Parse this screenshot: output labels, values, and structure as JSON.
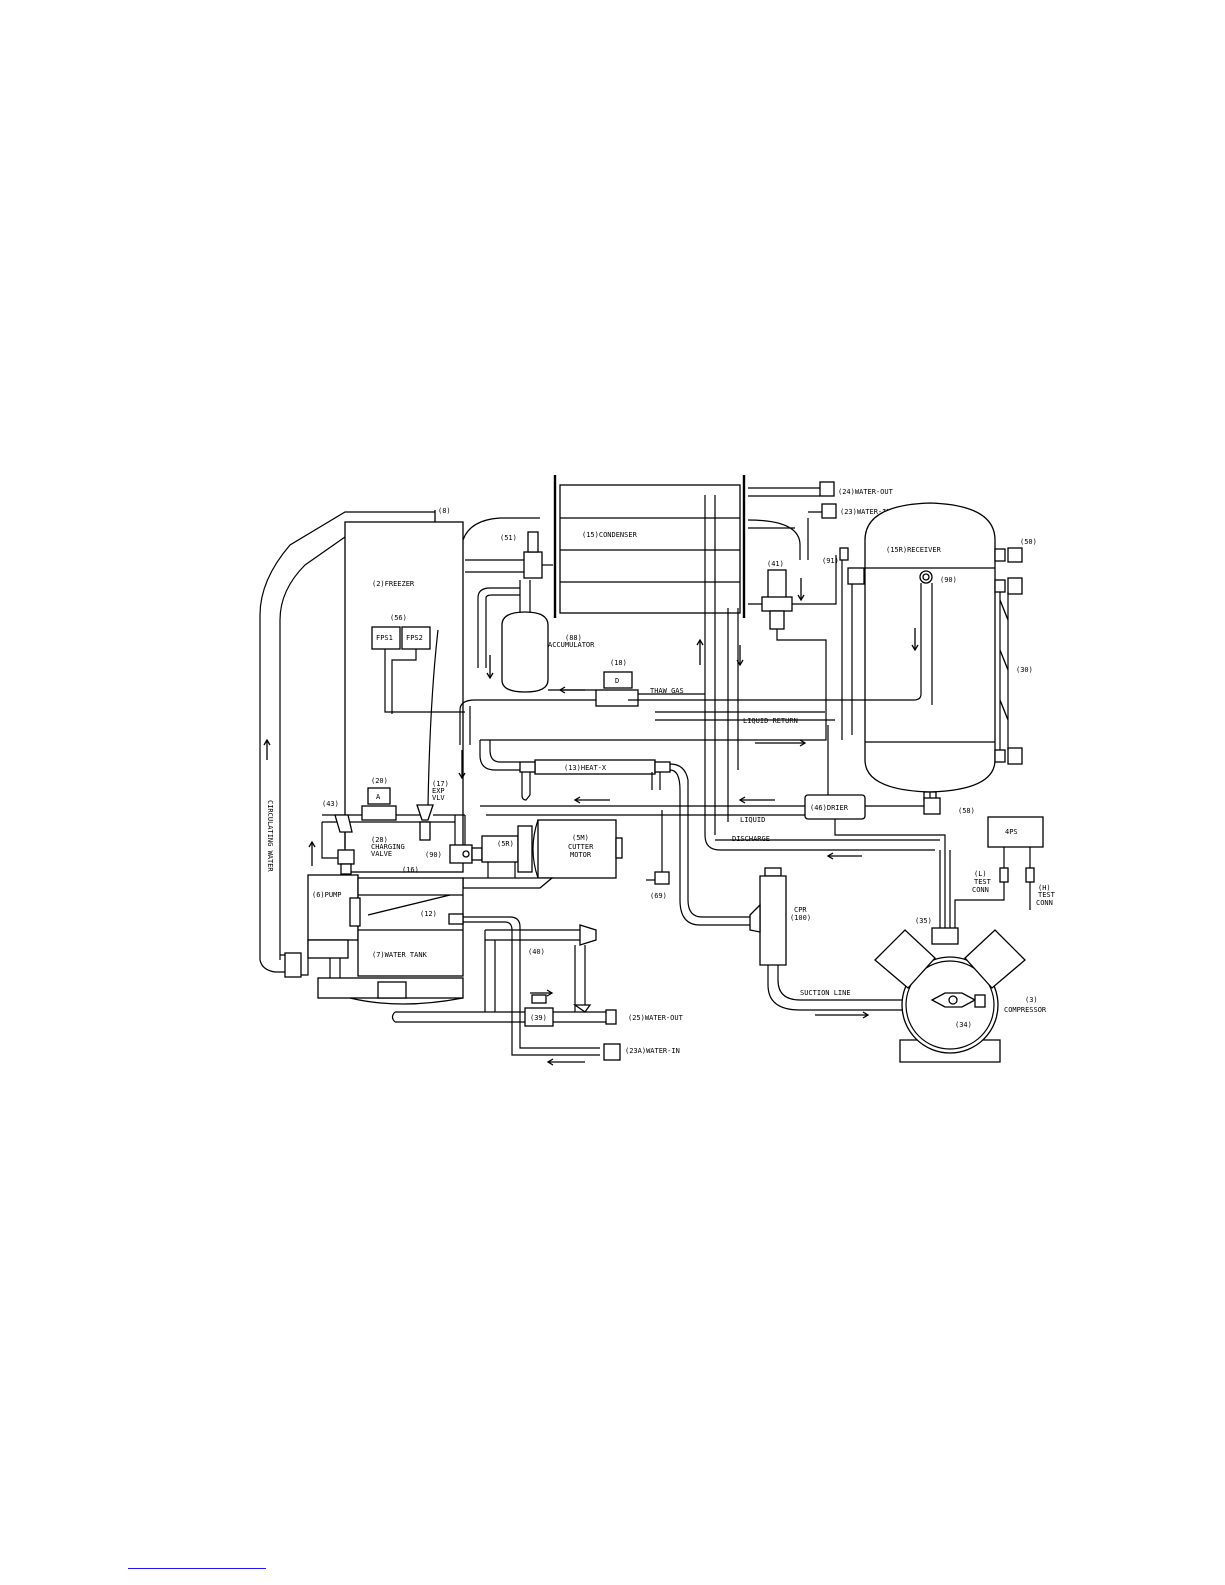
{
  "labels": {
    "freezer_num": "(8)",
    "freezer": "(2)FREEZER",
    "fps_num": "(56)",
    "fps1": "FPS1",
    "fps2": "FPS2",
    "circulating_water": "CIRCULATING WATER",
    "valve51": "(51)",
    "condenser": "(15)CONDENSER",
    "accumulator_num": "(88)",
    "accumulator": "ACCUMULATOR",
    "thaw_gas": "THAW GAS",
    "v18": "(18)",
    "v18_letter": "D",
    "water_out_top": "(24)WATER-OUT",
    "water_in_top": "(23)WATER-IN",
    "v41": "(41)",
    "v91": "(91)",
    "receiver": "(15R)RECEIVER",
    "v90_recv": "(90)",
    "v50": "(50)",
    "v30": "(30)",
    "liquid_return": "LIQUID RETURN",
    "heatx": "(13)HEAT-X",
    "v20": "(20)",
    "v20_letter": "A",
    "v17": "(17)",
    "exp": "EXP",
    "vlv": "VLV",
    "v43": "(43)",
    "v28": "(28)",
    "charging": "CHARGING",
    "valve": "VALVE",
    "v90": "(90)",
    "v5r": "(5R)",
    "cutter_num": "(5M)",
    "cutter": "CUTTER",
    "motor": "MOTOR",
    "drier": "(46)DRIER",
    "v58": "(58)",
    "liquid": "LIQUID",
    "discharge": "DISCHARGE",
    "ps4": "4PS",
    "l_test": "(L)",
    "test1": "TEST",
    "conn1": "CONN",
    "h_test": "(H)",
    "test2": "TEST",
    "conn2": "CONN",
    "v16": "(16)",
    "pump": "(6)PUMP",
    "v12": "(12)",
    "water_tank": "(7)WATER TANK",
    "v40": "(40)",
    "v69": "(69)",
    "cpr": "CPR",
    "cpr_num": "(100)",
    "v35": "(35)",
    "suction_line": "SUCTION LINE",
    "compressor_num": "(3)",
    "compressor": "COMPRESSOR",
    "v34": "(34)",
    "v39": "(39)",
    "water_out_bottom": "(25)WATER-OUT",
    "water_in_bottom": "(23A)WATER-IN"
  }
}
